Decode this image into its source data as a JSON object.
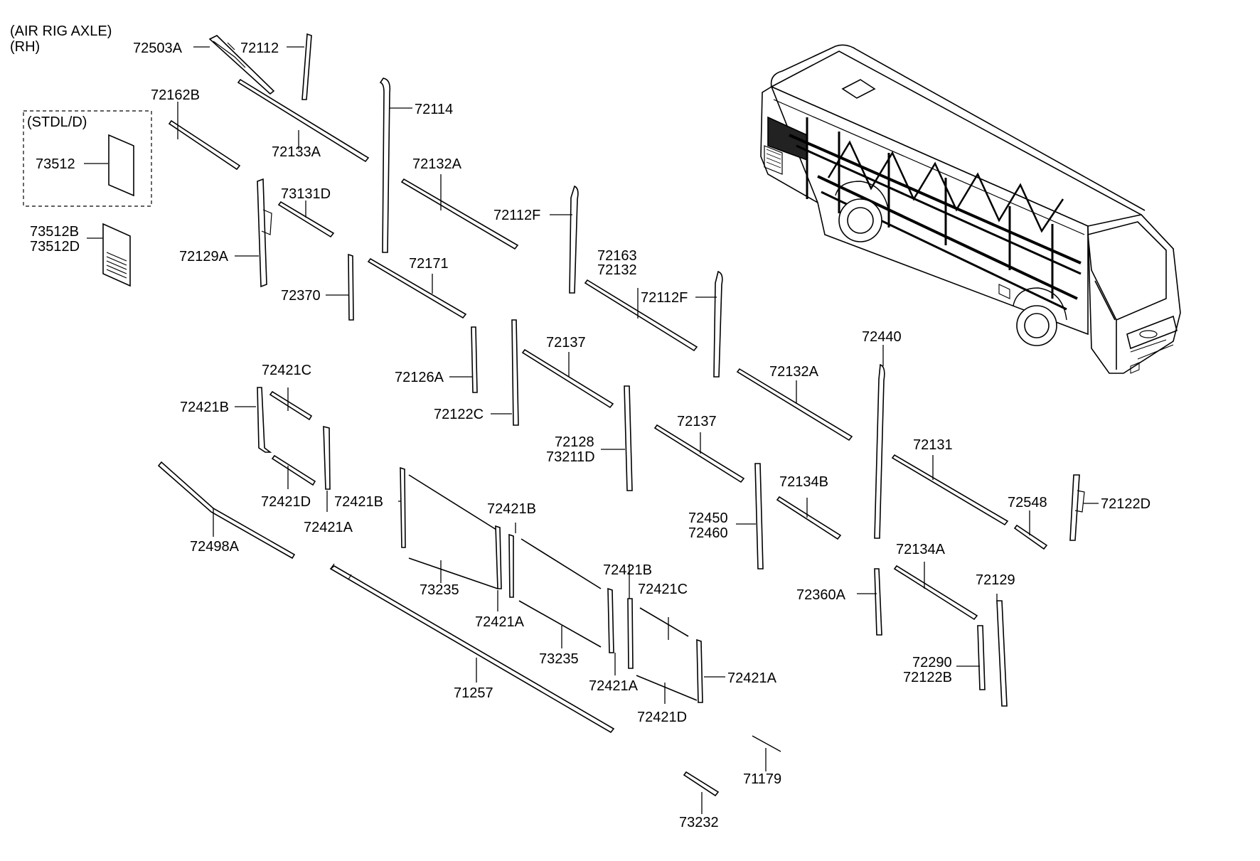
{
  "diagram": {
    "notes": {
      "air_rig_axle": "(AIR RIG AXLE)",
      "rh": "(RH)",
      "stdl_d": "(STDL/D)"
    },
    "labels": [
      "72503A",
      "72112",
      "72162B",
      "72114",
      "72133A",
      "73512",
      "72132A",
      "73131D",
      "72112F",
      "73512B",
      "73512D",
      "72129A",
      "72163",
      "72132",
      "72171",
      "72112F",
      "72370",
      "72440",
      "72137",
      "72126A",
      "72132A",
      "72421C",
      "72122C",
      "72421B",
      "72137",
      "72128",
      "73211D",
      "72131",
      "72421D",
      "72421B",
      "72421A",
      "72134B",
      "72421B",
      "72548",
      "72122D",
      "72450",
      "72460",
      "72498A",
      "72134A",
      "72421B",
      "72421C",
      "73235",
      "72129",
      "72360A",
      "72421A",
      "73235",
      "72290",
      "72122B",
      "72421A",
      "71257",
      "72421A",
      "72421D",
      "71179",
      "73232"
    ]
  }
}
